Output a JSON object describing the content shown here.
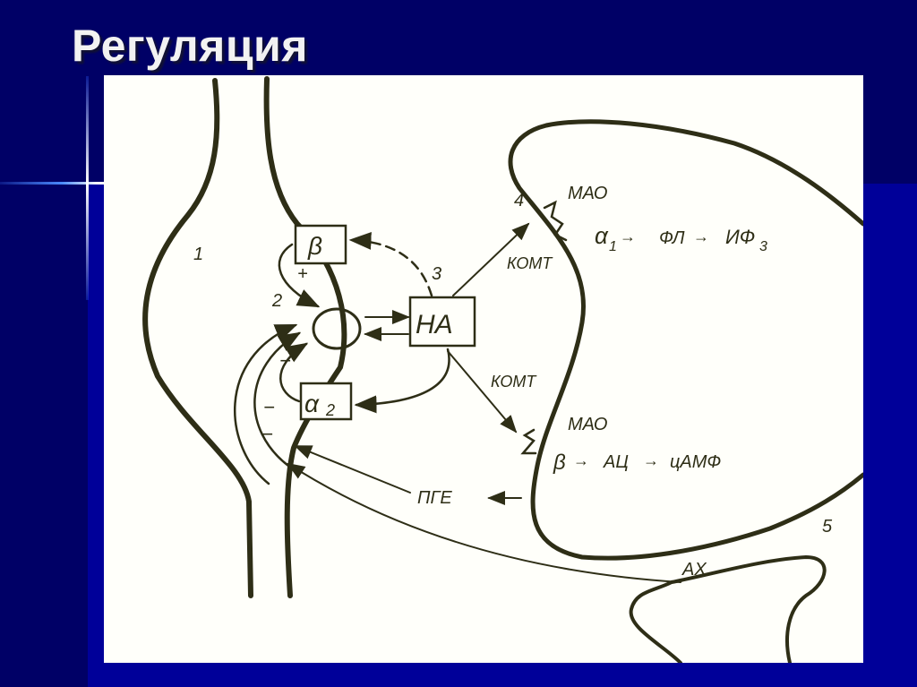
{
  "slide": {
    "title": "Регуляция",
    "colors": {
      "background": "#000099",
      "header_band": "#000066",
      "title_text": "#f2f2f2",
      "figure_bg": "#fffffa",
      "ink": "#2e2e16"
    }
  },
  "diagram": {
    "numbers": {
      "n1": "1",
      "n2": "2",
      "n3": "3",
      "n4": "4",
      "n5": "5"
    },
    "boxes": {
      "beta": "β",
      "alpha2_main": "α",
      "alpha2_sub": "2",
      "na": "НА"
    },
    "signs": {
      "plus": "+",
      "minus1": "−",
      "minus2": "−",
      "minus3": "−"
    },
    "upper_synapse": {
      "comt": "КОМТ",
      "mao": "МАО",
      "alpha1": "α",
      "alpha1_sub": "1",
      "fl": "ФЛ",
      "if": "ИФ",
      "if_sub": "3"
    },
    "lower_synapse": {
      "comt": "КОМТ",
      "mao": "МАО",
      "beta": "β",
      "ac": "АЦ",
      "camp": "цАМФ"
    },
    "pge": "ПГЕ",
    "ach": "АХ"
  }
}
